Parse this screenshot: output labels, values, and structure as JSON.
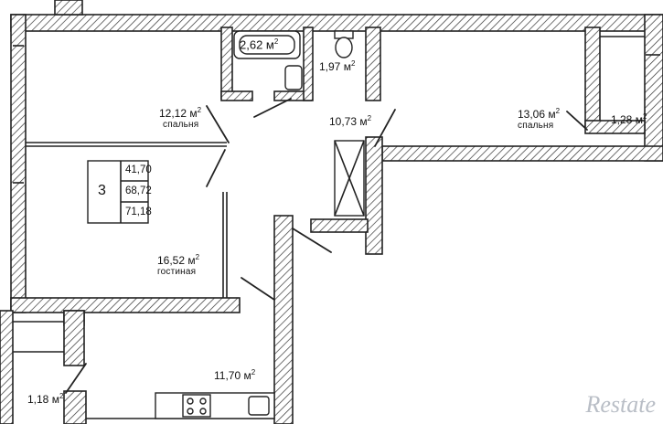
{
  "rooms": [
    {
      "area": "12,12 м",
      "name": "спальня"
    },
    {
      "area": "2,62 м",
      "name": ""
    },
    {
      "area": "1,97 м",
      "name": ""
    },
    {
      "area": "10,73 м",
      "name": ""
    },
    {
      "area": "13,06 м",
      "name": "спальня"
    },
    {
      "area": "1,28 м",
      "name": ""
    },
    {
      "area": "16,52 м",
      "name": "гостиная"
    },
    {
      "area": "11,70 м",
      "name": ""
    },
    {
      "area": "1,18 м",
      "name": ""
    }
  ],
  "sup": "2",
  "summary": {
    "rooms_count": "3",
    "living_area": "41,70",
    "total_area": "68,72",
    "total_with_balcony": "71,18"
  },
  "watermark": "Restate"
}
